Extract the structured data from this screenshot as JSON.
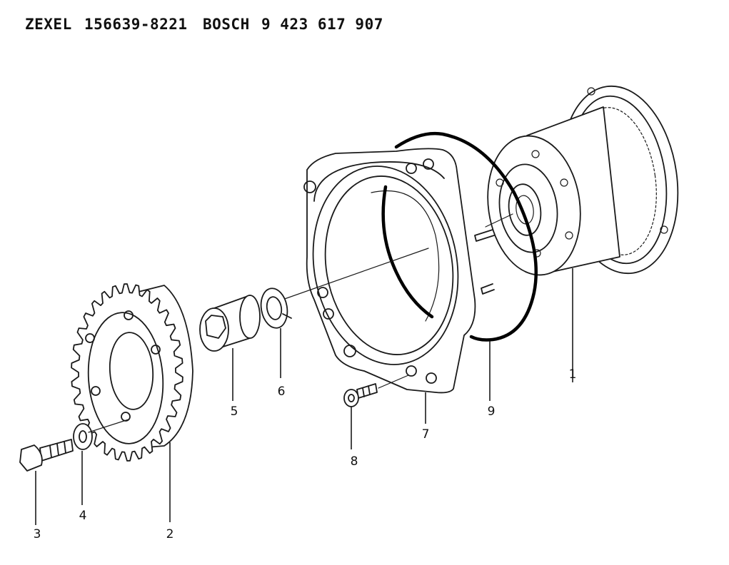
{
  "header": {
    "zexel_label": "ZEXEL",
    "zexel_number": "156639-8221",
    "bosch_label": "BOSCH",
    "bosch_number": "9 423 617 907"
  },
  "callouts": {
    "c1": "1",
    "c2": "2",
    "c3": "3",
    "c4": "4",
    "c5": "5",
    "c6": "6",
    "c7": "7",
    "c8": "8",
    "c9": "9"
  }
}
